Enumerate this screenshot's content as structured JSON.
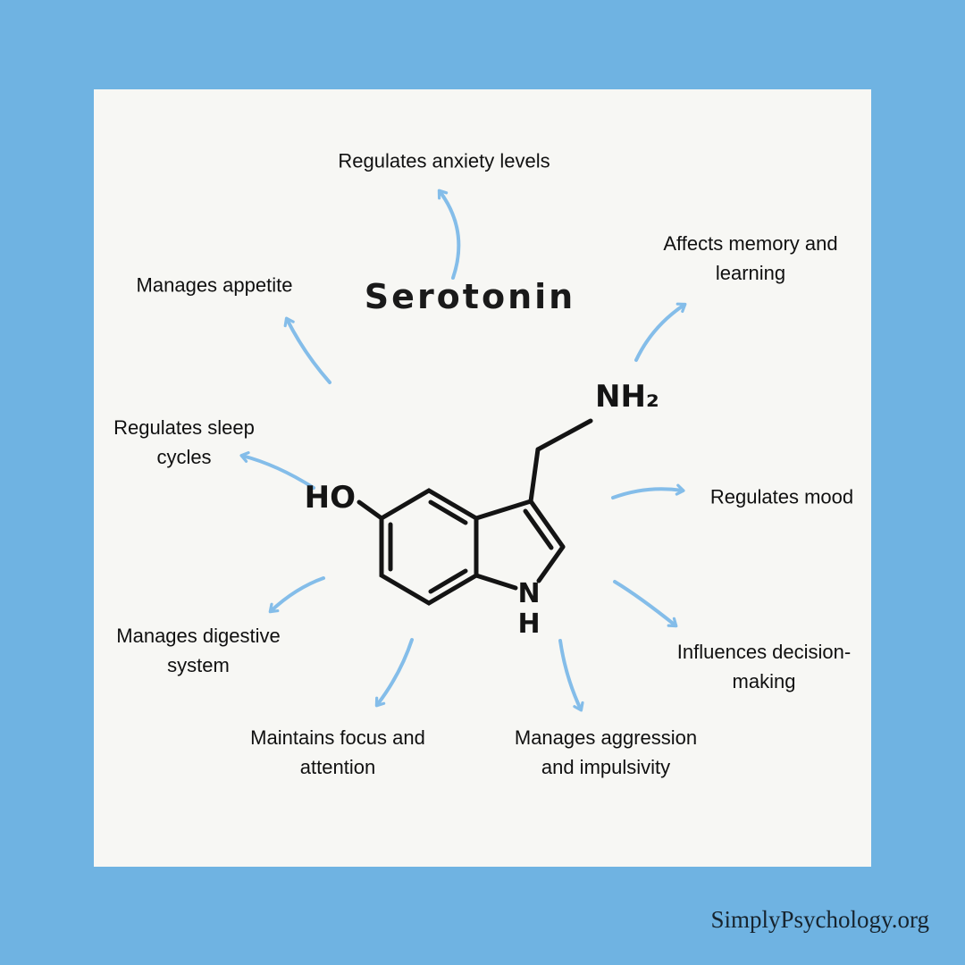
{
  "title": "Serotonin",
  "watermark": "SimplyPsychology.org",
  "colors": {
    "background": "#6fb3e2",
    "card": "#f7f7f4",
    "arrow": "#84bde9",
    "molecule": "#141414",
    "text": "#101010"
  },
  "molecule": {
    "name": "serotonin chemical structure",
    "hydroxyl_label": "HO",
    "nitrogen_label": "N",
    "hydrogen_label": "H",
    "amine_label": "NH₂"
  },
  "labels": [
    {
      "id": "regulates-anxiety-levels",
      "text": "Regulates anxiety levels"
    },
    {
      "id": "affects-memory-and-learning",
      "text": "Affects memory and\nlearning"
    },
    {
      "id": "manages-appetite",
      "text": "Manages appetite"
    },
    {
      "id": "regulates-sleep-cycles",
      "text": "Regulates sleep\ncycles"
    },
    {
      "id": "regulates-mood",
      "text": "Regulates mood"
    },
    {
      "id": "manages-digestive-system",
      "text": "Manages digestive\nsystem"
    },
    {
      "id": "influences-decision-making",
      "text": "Influences decision-\nmaking"
    },
    {
      "id": "maintains-focus-and-attention",
      "text": "Maintains focus and\nattention"
    },
    {
      "id": "manages-aggression-and-impulsivity",
      "text": "Manages aggression\nand impulsivity"
    }
  ]
}
